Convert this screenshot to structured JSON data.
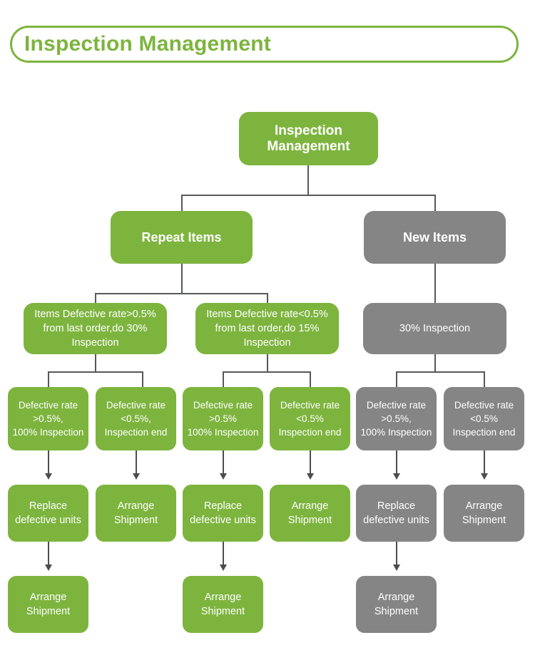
{
  "header": {
    "title": "Inspection Management",
    "border_color": "#7DB43E",
    "text_color": "#7DB43E"
  },
  "palette": {
    "green": "#7DB43E",
    "gray": "#858585",
    "connector": "#57585A",
    "arrow": "#4D4D4F",
    "node_text": "#FFFFFF",
    "background": "#FFFFFF"
  },
  "diagram": {
    "type": "flowchart",
    "orientation": "top-down",
    "root": {
      "id": "root",
      "label": "Inspection\nManagement",
      "color": "green"
    },
    "level2": [
      {
        "id": "repeat-items",
        "label": "Repeat Items",
        "color": "green"
      },
      {
        "id": "new-items",
        "label": "New Items",
        "color": "gray"
      }
    ],
    "level3": [
      {
        "id": "repeat-high",
        "label": "Items Defective rate>0.5%\nfrom last order,do 30%\nInspection",
        "color": "green"
      },
      {
        "id": "repeat-low",
        "label": "Items Defective rate<0.5%\nfrom last order,do 15%\nInspection",
        "color": "green"
      },
      {
        "id": "new-30",
        "label": "30% Inspection",
        "color": "gray"
      }
    ],
    "level4": [
      {
        "id": "r1-high",
        "label": "Defective rate\n>0.5%,\n100% Inspection",
        "color": "green"
      },
      {
        "id": "r1-low",
        "label": "Defective rate\n<0.5%,\nInspection end",
        "color": "green"
      },
      {
        "id": "r2-high",
        "label": "Defective rate\n>0.5%\n100% Inspection",
        "color": "green"
      },
      {
        "id": "r2-low",
        "label": "Defective rate\n<0.5%\nInspection end",
        "color": "green"
      },
      {
        "id": "n-high",
        "label": "Defective rate\n>0.5%,\n100% Inspection",
        "color": "gray"
      },
      {
        "id": "n-low",
        "label": "Defective rate\n<0.5%\nInspection end",
        "color": "gray"
      }
    ],
    "level5": [
      {
        "id": "r1-replace",
        "label": "Replace\ndefective units",
        "color": "green"
      },
      {
        "id": "r1-ship",
        "label": "Arrange\nShipment",
        "color": "green"
      },
      {
        "id": "r2-replace",
        "label": "Replace\ndefective units",
        "color": "green"
      },
      {
        "id": "r2-ship",
        "label": "Arrange\nShipment",
        "color": "green"
      },
      {
        "id": "n-replace",
        "label": "Replace\ndefective units",
        "color": "gray"
      },
      {
        "id": "n-ship",
        "label": "Arrange\nShipment",
        "color": "gray"
      }
    ],
    "level6": [
      {
        "id": "r1-final-ship",
        "label": "Arrange\nShipment",
        "color": "green"
      },
      {
        "id": "r2-final-ship",
        "label": "Arrange\nShipment",
        "color": "green"
      },
      {
        "id": "n-final-ship",
        "label": "Arrange\nShipment",
        "color": "gray"
      }
    ]
  }
}
